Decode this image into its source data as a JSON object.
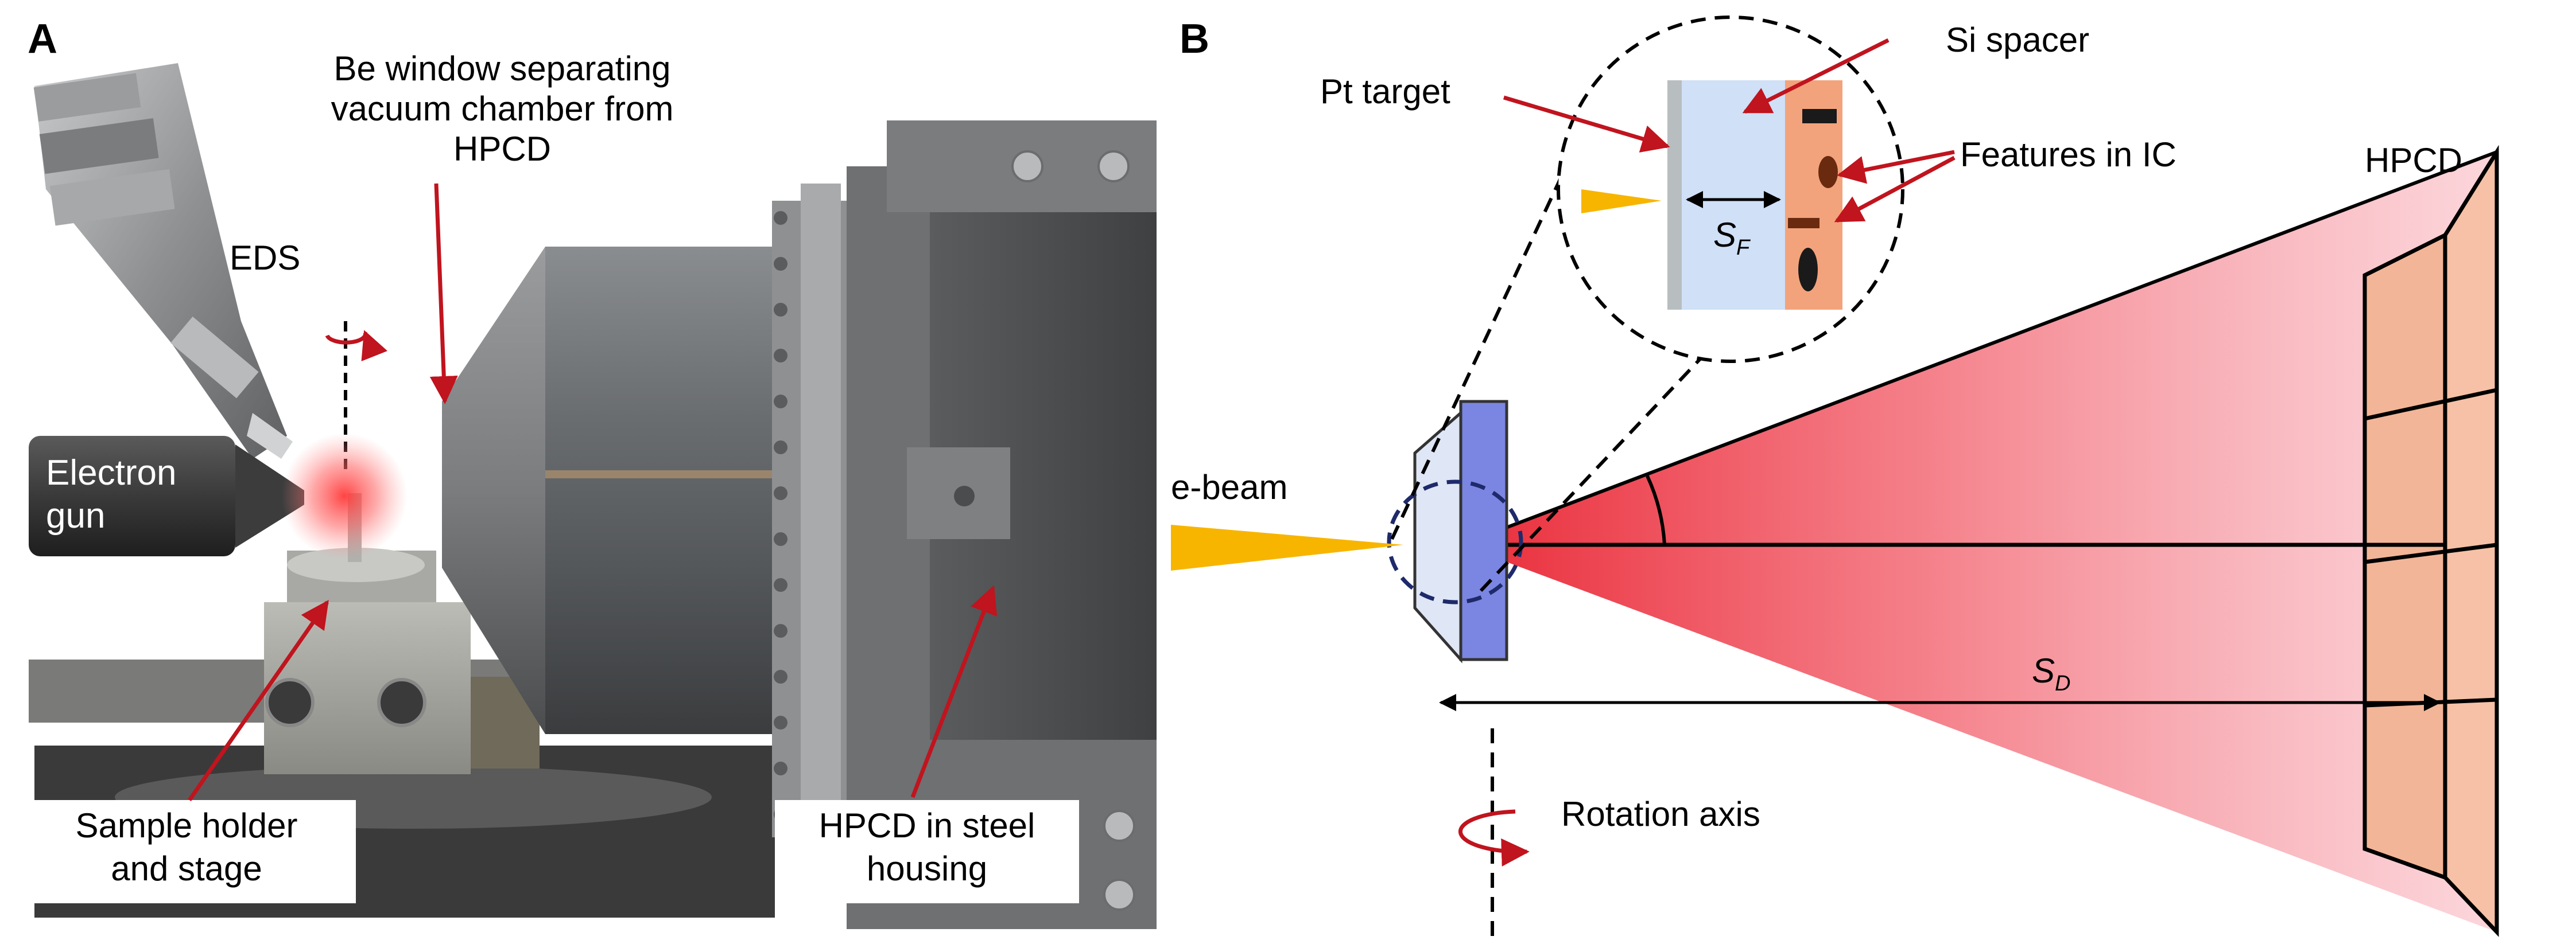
{
  "panels": {
    "a": "A",
    "b": "B"
  },
  "panel_a": {
    "eds": "EDS",
    "be_window": [
      "Be window separating",
      "vacuum chamber from",
      "HPCD"
    ],
    "electron_gun": [
      "Electron",
      "gun"
    ],
    "sample_holder": [
      "Sample holder",
      "and stage"
    ],
    "hpcd_housing": [
      "HPCD in steel",
      "housing"
    ]
  },
  "panel_b": {
    "pt_target": "Pt target",
    "si_spacer": "Si spacer",
    "features_ic": "Features in IC",
    "hpcd": "HPCD",
    "e_beam": "e-beam",
    "sf_main": "S",
    "sf_sub": "F",
    "sd_main": "S",
    "sd_sub": "D",
    "rotation_axis": "Rotation axis"
  },
  "colors": {
    "arrow_red": "#c0141e",
    "ebeam_yellow": "#f7b500",
    "detector_peach": "#f6c1a6",
    "si_blue": "#cfe0f7",
    "ic_orange": "#f3a37b",
    "cone_red": "#f04050",
    "spacer_purple": "#7b86e2"
  },
  "icons": {
    "rotation": "rotation-arrow-icon",
    "electron_gun": "electron-gun-icon",
    "eds_detector": "eds-detector-icon"
  }
}
